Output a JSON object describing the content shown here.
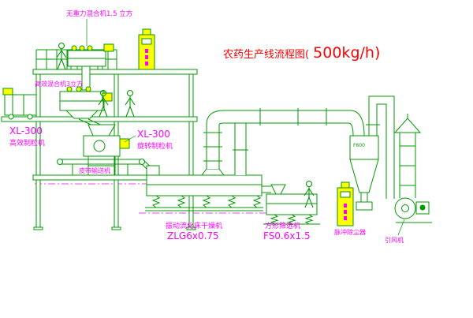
{
  "colors": {
    "green": "#009a00",
    "yellow": "#ffff00",
    "magenta": "#ff00ff",
    "red": "#ff0000",
    "bg": "#ffffff"
  },
  "title": {
    "prefix": "农药生产线流程图(",
    "capacity": "500kg/h)"
  },
  "equipment_labels": {
    "gravity_free_mixer": "无重力混合机1.5 立方",
    "high_efficiency_mixer": "高效混合机3立方",
    "left_granulator_model": "XL-300",
    "left_granulator_name": "高效制粒机",
    "rotary_granulator_model": "XL-300",
    "rotary_granulator_name": "旋转制粒机",
    "belt_conveyor": "皮带输送机",
    "fluid_bed_dryer_name": "振动流化床干燥机",
    "fluid_bed_dryer_model": "ZLG6x0.75",
    "square_sifter_name": "方形筛选机",
    "square_sifter_model": "FS0.6x1.5",
    "pulse_dust_collector": "脉冲除尘器",
    "induced_draft_fan": "引风机"
  },
  "annotations": {
    "cyclone_diameter": "F600"
  }
}
